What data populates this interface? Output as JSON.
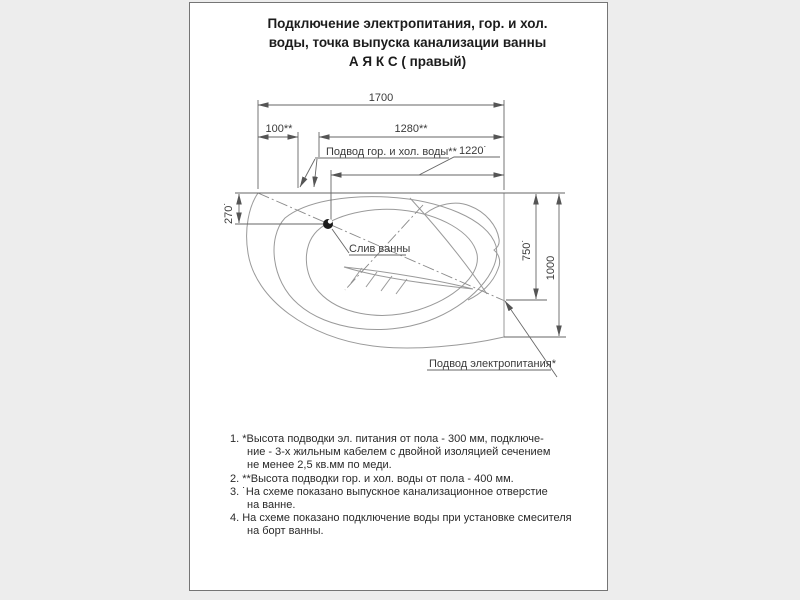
{
  "title": {
    "line1": "Подключение электропитания, гор. и хол.",
    "line2": "воды, точка выпуска канализации ванны",
    "line3": "А Я К С  ( правый)"
  },
  "drawing": {
    "dims": {
      "total_width": "1700",
      "left_offset": "100**",
      "water_width": "1280**",
      "drain_offset": "1220˙",
      "drain_depth": "270˙",
      "power_height": "750˙",
      "total_depth": "1000"
    },
    "labels": {
      "water_supply": "Подвод гор. и хол. воды**",
      "drain": "Слив ванны",
      "power_supply": "Подвод электропитания*"
    }
  },
  "notes": {
    "lines": [
      "1. *Высота подводки эл. питания от пола - 300 мм, подключе-",
      "ние - 3-х жильным кабелем с двойной изоляцией сечением",
      "не менее 2,5 кв.мм по меди.",
      "2. **Высота подводки гор. и хол. воды от пола - 400 мм.",
      "3. ˙На схеме показано выпускное канализационное отверстие",
      "на ванне.",
      "4. На схеме показано подключение воды при установке смесителя",
      "на борт ванны."
    ]
  },
  "colors": {
    "page_bg": "#ffffff",
    "canvas_bg": "#ededed",
    "page_border": "#757575",
    "outline_line": "#9a9a9a",
    "dimension_line": "#666666",
    "text": "#3a3a3a",
    "drain_fill": "#1a1a1a"
  }
}
